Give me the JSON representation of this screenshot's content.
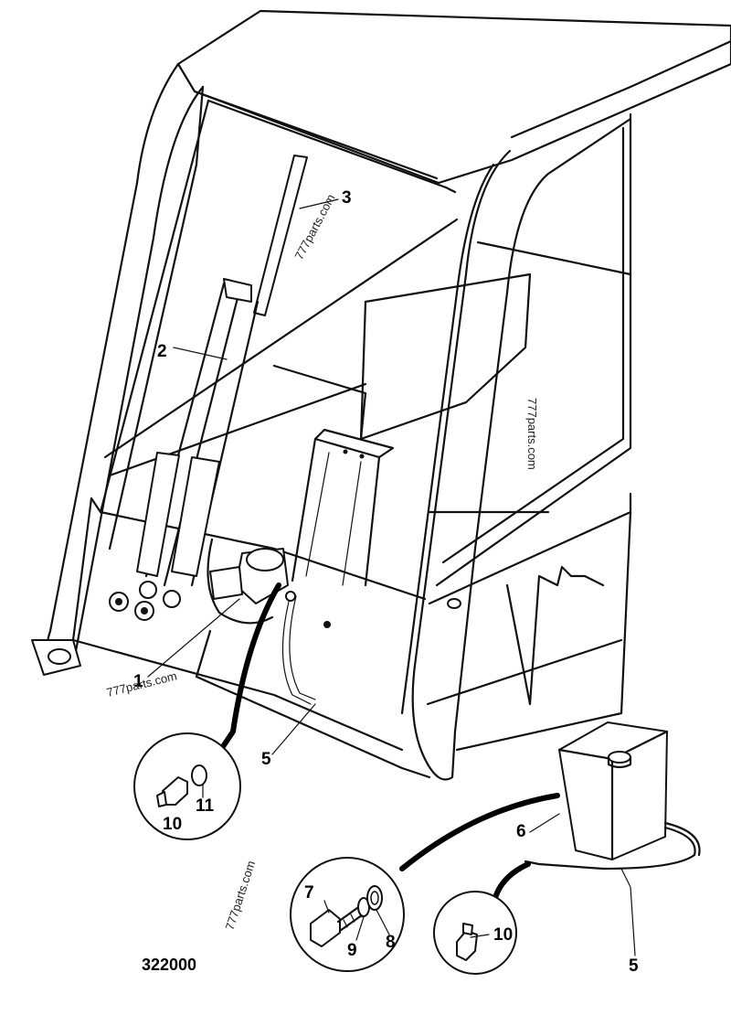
{
  "drawing_number": "322000",
  "watermark": "777parts.com",
  "callouts": {
    "c1": "1",
    "c2": "2",
    "c3": "3",
    "c5a": "5",
    "c5b": "5",
    "c6": "6",
    "c7": "7",
    "c8": "8",
    "c9": "9",
    "c10a": "10",
    "c10b": "10",
    "c11": "11"
  }
}
